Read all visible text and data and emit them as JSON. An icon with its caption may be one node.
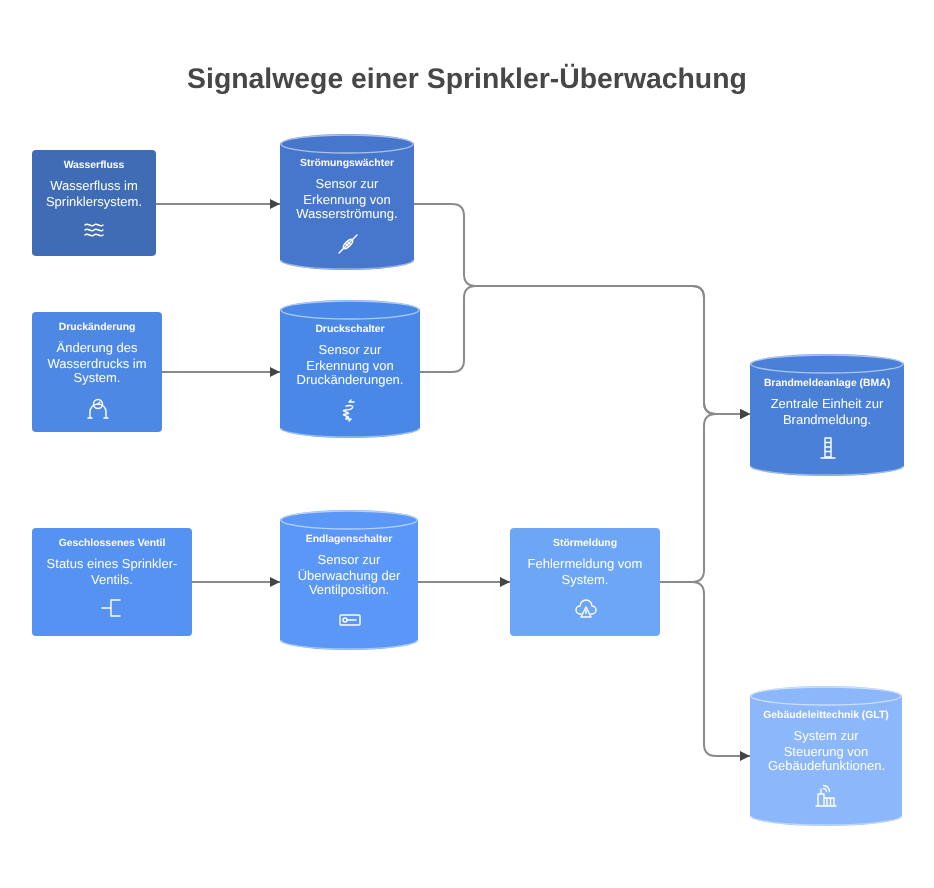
{
  "diagram": {
    "title": "Signalwege einer Sprinkler-Überwachung",
    "nodes": [
      {
        "text": [
          "Wasserfluss",
          "Wasserfluss im Sprinklersystem."
        ]
      },
      {
        "text": [
          "Strömungswächter",
          "Sensor zur Erkennung von Wasserströmung."
        ]
      },
      {
        "text": [
          "Druckänderung",
          "Änderung des Wasserdrucks im System."
        ]
      },
      {
        "text": [
          "Druckschalter",
          "Sensor zur Erkennung von Druckänderungen."
        ]
      },
      {
        "text": [
          "Brandmeldeanlage (BMA)",
          "Zentrale Einheit zur Brandmeldung."
        ]
      },
      {
        "text": [
          "Geschlossenes Ventil",
          "Status eines Sprinkler-Ventils."
        ]
      },
      {
        "text": [
          "Endlagenschalter",
          "Sensor zur Überwachung der Ventilposition."
        ]
      },
      {
        "text": [
          "Störmeldung",
          "Fehlermeldung vom System."
        ]
      },
      {
        "text": [
          "Gebäudeleittechnik (GLT)",
          "System zur Steuerung von Gebäudefunktionen."
        ]
      }
    ],
    "edges": [
      {
        "from": 0,
        "to": 1,
        "arrow": "to"
      },
      {
        "from": 2,
        "to": 3,
        "arrow": "to"
      },
      {
        "from": 1,
        "to": 4,
        "arrow": "to"
      },
      {
        "from": 3,
        "to": 4,
        "arrow": "to"
      },
      {
        "from": 5,
        "to": 6,
        "arrow": "to"
      },
      {
        "from": 6,
        "to": 7,
        "arrow": "to"
      },
      {
        "from": 7,
        "to": 4,
        "arrow": "to"
      },
      {
        "from": 7,
        "to": 8,
        "arrow": "to"
      }
    ]
  }
}
